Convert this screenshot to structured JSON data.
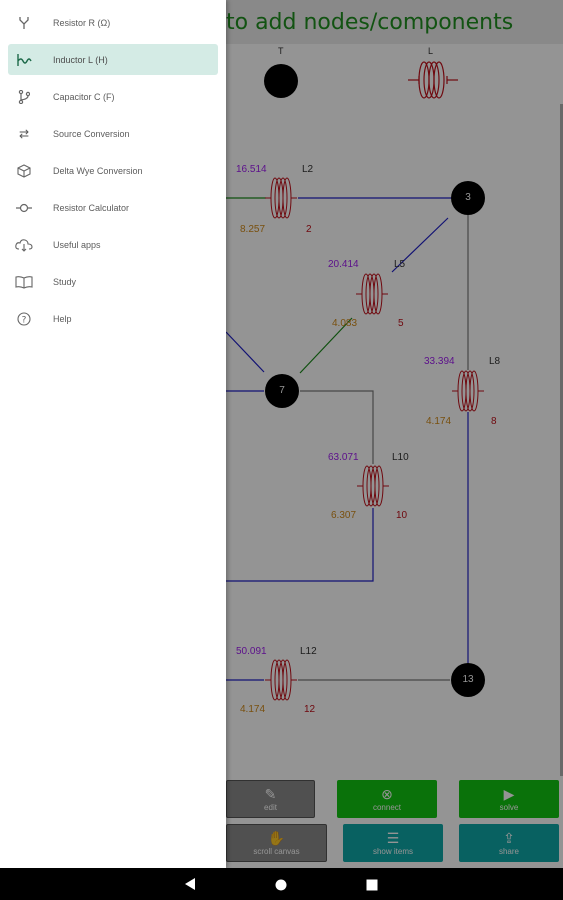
{
  "header": {
    "title": "to add nodes/components"
  },
  "palette": {
    "items": [
      {
        "label": "T"
      },
      {
        "label": "L"
      }
    ]
  },
  "circuit": {
    "nodes": [
      {
        "label": "3"
      },
      {
        "label": "7"
      },
      {
        "label": "13"
      }
    ],
    "inductors": [
      {
        "name": "L2",
        "top_value": "16.514",
        "bottom_value": "8.257",
        "index": "2"
      },
      {
        "name": "L5",
        "top_value": "20.414",
        "bottom_value": "4.083",
        "index": "5"
      },
      {
        "name": "L8",
        "top_value": "33.394",
        "bottom_value": "4.174",
        "index": "8"
      },
      {
        "name": "L10",
        "top_value": "63.071",
        "bottom_value": "6.307",
        "index": "10"
      },
      {
        "name": "L12",
        "top_value": "50.091",
        "bottom_value": "4.174",
        "index": "12"
      }
    ]
  },
  "toolbar": {
    "buttons": [
      {
        "label": "edit",
        "color": "gray"
      },
      {
        "label": "connect",
        "color": "green"
      },
      {
        "label": "solve",
        "color": "green"
      },
      {
        "label": "scroll canvas",
        "color": "gray"
      },
      {
        "label": "show items",
        "color": "teal"
      },
      {
        "label": "share",
        "color": "teal"
      }
    ]
  },
  "drawer": {
    "items": [
      {
        "label": "Resistor R (Ω)",
        "icon": "fork-icon"
      },
      {
        "label": "Inductor L (H)",
        "icon": "inductor-icon"
      },
      {
        "label": "Capacitor C (F)",
        "icon": "branch-icon"
      },
      {
        "label": "Source Conversion",
        "icon": "swap-icon"
      },
      {
        "label": "Delta Wye Conversion",
        "icon": "cube-icon"
      },
      {
        "label": "Resistor Calculator",
        "icon": "resistor-icon"
      },
      {
        "label": "Useful apps",
        "icon": "cloud-download-icon"
      },
      {
        "label": "Study",
        "icon": "book-icon"
      },
      {
        "label": "Help",
        "icon": "help-icon"
      }
    ],
    "active_index": 1
  },
  "colors": {
    "title": "#1f8f1f",
    "node_top_value": "#a020f0",
    "node_bottom_value": "#d08a1a",
    "inductor": "#c0101a",
    "wire_blue": "#2020c8",
    "wire_gray": "#7a7a7a",
    "wire_green": "#1a8a1a",
    "drawer_active": "#d4ebe5"
  }
}
